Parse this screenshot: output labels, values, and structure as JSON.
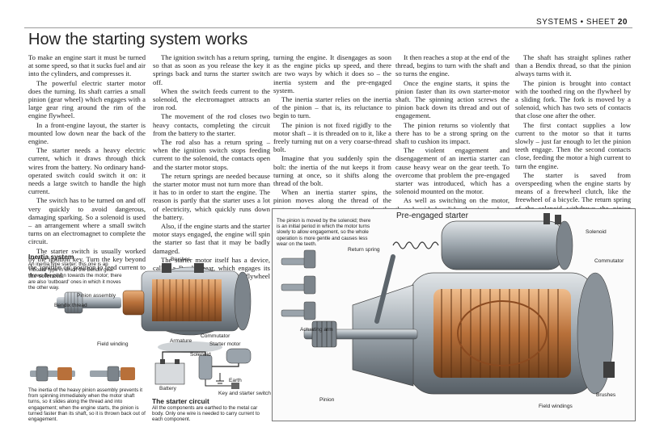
{
  "header": {
    "section": "SYSTEMS",
    "separator": "•",
    "sheet_label": "SHEET",
    "sheet_number": "20"
  },
  "title": "How the starting system works",
  "col1": [
    "To make an engine start it must be turned at some speed, so that it sucks fuel and air into the cylinders, and compresses it.",
    "The powerful electric starter motor does the turning. Its shaft carries a small pinion (gear wheel) which engages with a large gear ring around the rim of the engine flywheel.",
    "In a front-engine layout, the starter is mounted low down near the back of the engine.",
    "The starter needs a heavy electric current, which it draws through thick wires from the battery. No ordinary hand-operated switch could switch it on: it needs a large switch to handle the high current.",
    "The switch has to be turned on and off very quickly to avoid dangerous, damaging sparking. So a solenoid is used – an arrangement where a small switch turns on an electromagnet to complete the circuit.",
    "The starter switch is usually worked by the ignition key. Turn the key beyond the 'ignition on' position to feed current to the solenoid."
  ],
  "col2": [
    "The ignition switch has a return spring, so that as soon as you release the key it springs back and turns the starter switch off.",
    "When the switch feeds current to the solenoid, the electromagnet attracts an iron rod.",
    "The movement of the rod closes two heavy contacts, completing the circuit from the battery to the starter.",
    "The rod also has a return spring – when the ignition switch stops feeding current to the solenoid, the contacts open and the starter motor stops.",
    "The return springs are needed because the starter motor must not turn more than it has to in order to start the engine. The reason is partly that the starter uses a lot of electricity, which quickly runs down the battery.",
    "Also, if the engine starts and the starter motor stays engaged, the engine will spin the starter so fast that it may be badly damaged.",
    "The starter motor itself has a device, called a Bendix gear, which engages its pinion with the gear ring on the flywheel only while the starter is"
  ],
  "col3": [
    "turning the engine. It disengages as soon as the engine picks up speed, and there are two ways by which it does so – the inertia system and the pre-engaged system.",
    "The inertia starter relies on the inertia of the pinion – that is, its reluctance to begin to turn.",
    "The pinion is not fixed rigidly to the motor shaft – it is threaded on to it, like a freely turning nut on a very coarse-thread bolt.",
    "Imagine that you suddenly spin the bolt: the inertia of the nut keeps it from turning at once, so it shifts along the thread of the bolt.",
    "When an inertia starter spins, the pinion moves along the thread of the motor shaft and engages with the flywheel gear ring."
  ],
  "col4": [
    "It then reaches a stop at the end of the thread, begins to turn with the shaft and so turns the engine.",
    "Once the engine starts, it spins the pinion faster than its own starter-motor shaft. The spinning action screws the pinion back down its thread and out of engagement.",
    "The pinion returns so violently that there has to be a strong spring on the shaft to cushion its impact.",
    "The violent engagement and disengagement of an inertia starter can cause heavy wear on the gear teeth. To overcome that problem the pre-engaged starter was introduced, which has a solenoid mounted on the motor.",
    "As well as switching on the motor, the solenoid also slides the pinion along the shaft to engage it."
  ],
  "col5": [
    "The shaft has straight splines rather than a Bendix thread, so that the pinion always turns with it.",
    "The pinion is brought into contact with the toothed ring on the flywheel by a sliding fork. The fork is moved by a solenoid, which has two sets of contacts that close one after the other.",
    "The first contact supplies a low current to the motor so that it turns slowly – just far enough to let the pinion teeth engage. Then the second contacts close, feeding the motor a high current to turn the engine.",
    "The starter is saved from overspeeding when the engine starts by means of a freewheel clutch, like the freewheel of a bicycle. The return spring of the solenoid withdraws the pinion from engagement."
  ],
  "inertia": {
    "title": "Inertia system",
    "caption": "An inertia type starter: this one is an 'inboard' type in which the Bendix gear throws the pinion towards the motor; there are also 'outboard' ones in which it moves the other way.",
    "labels": {
      "brushes": "Brushes",
      "pinion_assembly": "Pinion assembly",
      "bendix_thread": "Bendix thread",
      "field_winding": "Field winding",
      "armature": "Armature",
      "commutator": "Commutator"
    },
    "bottom_caption": "The inertia of the heavy pinion assembly prevents it from spinning immediately when the motor shaft turns, so it slides along the thread and into engagement; when the engine starts, the pinion is turned faster than its shaft, so it is thrown back out of engagement."
  },
  "circuit": {
    "title": "The starter circuit",
    "caption": "All the components are earthed to the metal car body. Only one wire is needed to carry current to each component.",
    "labels": {
      "starter_motor": "Starter motor",
      "solenoid": "Solenoid",
      "earth": "Earth",
      "battery": "Battery",
      "key_switch": "Key and starter switch"
    }
  },
  "preengaged": {
    "title": "Pre-engaged starter",
    "caption": "The pinion is moved by the solenoid; there is an initial period in which the motor turns slowly to allow engagement, so the whole operation is more gentle and causes less wear on the teeth.",
    "labels": {
      "return_spring": "Return spring",
      "solenoid": "Solenoid",
      "commutator": "Commutator",
      "actuating_arm": "Actuating arm",
      "pinion": "Pinion",
      "field_windings": "Field windings",
      "brushes": "Brushes"
    }
  },
  "colors": {
    "copper": "#b8703a",
    "steel": "#9aa3ab",
    "dark_steel": "#5d656c",
    "panel_border": "#777777"
  }
}
